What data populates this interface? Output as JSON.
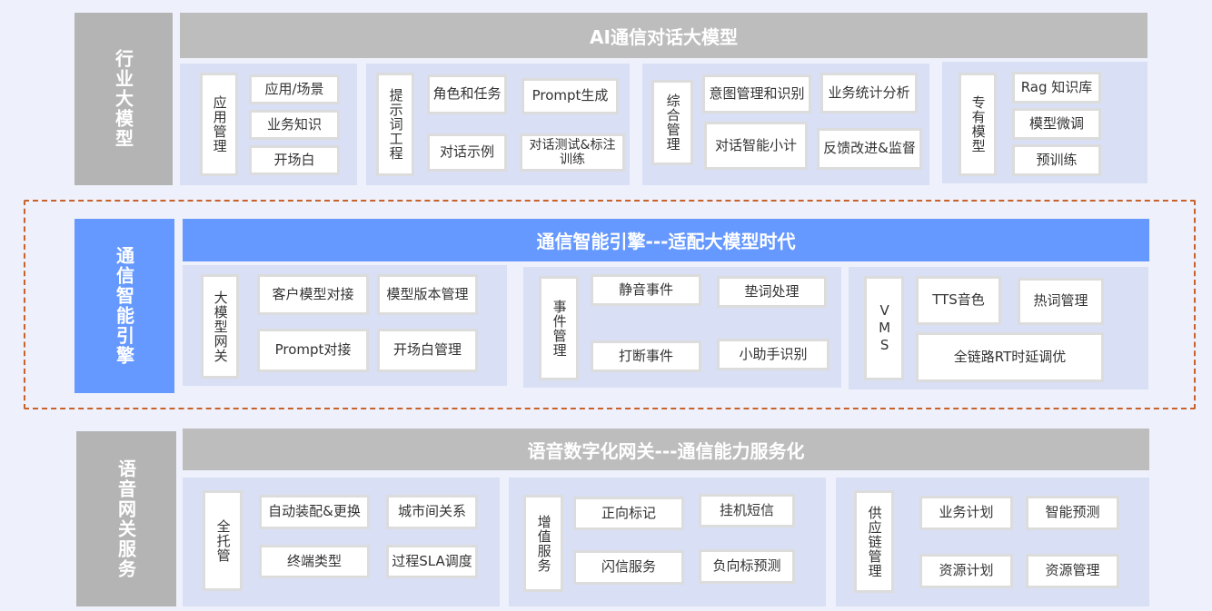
{
  "layer1": {
    "side_label": "行业大模型",
    "title": "AI通信对话大模型",
    "groups": [
      {
        "label": "应用管理",
        "items": [
          "应用/场景",
          "业务知识",
          "开场白"
        ]
      },
      {
        "label": "提示词工程",
        "items": [
          "角色和任务",
          "Prompt生成",
          "对话示例",
          "对话测试&标注训练"
        ]
      },
      {
        "label": "综合管理",
        "items": [
          "意图管理和识别",
          "业务统计分析",
          "对话智能小计",
          "反馈改进&监督"
        ]
      },
      {
        "label": "专有模型",
        "items": [
          "Rag 知识库",
          "模型微调",
          "预训练"
        ]
      }
    ]
  },
  "layer2": {
    "side_label": "通信智能引擎",
    "title": "通信智能引擎---适配大模型时代",
    "groups": [
      {
        "label": "大模型网关",
        "items": [
          "客户模型对接",
          "模型版本管理",
          "Prompt对接",
          "开场白管理"
        ]
      },
      {
        "label": "事件管理",
        "items": [
          "静音事件",
          "垫词处理",
          "打断事件",
          "小助手识别"
        ]
      },
      {
        "label": "VMS",
        "items": [
          "TTS音色",
          "热词管理",
          "全链路RT时延调优"
        ]
      }
    ]
  },
  "layer3": {
    "side_label": "语音网关服务",
    "title": "语音数字化网关---通信能力服务化",
    "groups": [
      {
        "label": "全托管",
        "items": [
          "自动装配&更换",
          "城市间关系",
          "终端类型",
          "过程SLA调度"
        ]
      },
      {
        "label": "增值服务",
        "items": [
          "正向标记",
          "挂机短信",
          "闪信服务",
          "负向标预测"
        ]
      },
      {
        "label": "供应链管理",
        "items": [
          "业务计划",
          "智能预测",
          "资源计划",
          "资源管理"
        ]
      }
    ]
  },
  "colors": {
    "gray": "#b4b4b4",
    "blue": "#6699ff",
    "panel": "#d9dff5",
    "dash": "#c8622a"
  }
}
